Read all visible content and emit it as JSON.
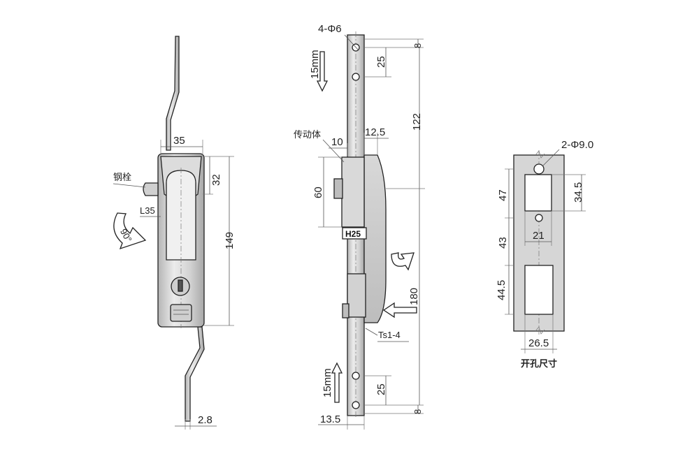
{
  "left_view": {
    "dims": {
      "width_top": "35",
      "height_32": "32",
      "height_149": "149",
      "rod_2_8": "2.8",
      "l35": "L35"
    },
    "labels": {
      "steel_bolt": "钢栓",
      "rotation_angle": "90°"
    }
  },
  "middle_view": {
    "dims": {
      "holes": "4-Φ6",
      "top_8": "8",
      "top_25": "25",
      "d_122": "122",
      "d_12_5": "12.5",
      "d_10": "10",
      "d_60": "60",
      "d_180": "180",
      "bottom_25": "25",
      "bottom_8": "8",
      "d_13_5": "13.5"
    },
    "labels": {
      "stroke_top": "15mm",
      "stroke_bottom": "15mm",
      "transmission_body": "传动体",
      "h25": "H25",
      "ts14": "Ts1-4"
    }
  },
  "right_view": {
    "dims": {
      "holes": "2-Φ9.0",
      "d_47": "47",
      "d_34_5": "34.5",
      "d_43": "43",
      "d_21": "21",
      "d_44_5": "44.5",
      "d_26_5": "26.5"
    },
    "labels": {
      "cutout_size": "开孔尺寸"
    }
  },
  "colors": {
    "metal_light": "#e4e4e4",
    "metal_mid": "#c9c9c9",
    "metal_dark": "#9a9a9a",
    "line": "#222222"
  }
}
